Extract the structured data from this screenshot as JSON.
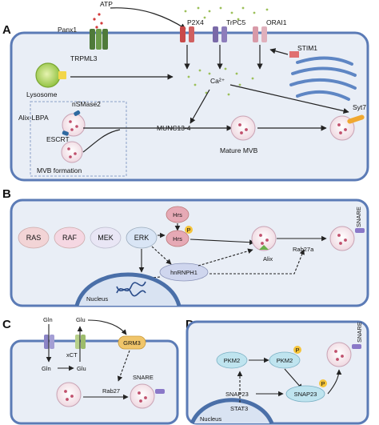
{
  "panels": {
    "A": {
      "letter": "A",
      "labels": {
        "atp": "ATP",
        "panx1": "Panx1",
        "p2x4": "P2X4",
        "trpc5": "TrPC5",
        "orai1": "ORAI1",
        "stim1": "STIM1",
        "trpml3": "TRPML3",
        "lysosome": "Lysosome",
        "ca": "Ca²⁺",
        "nsmase2": "nSMase2",
        "alix_lbpa": "Alix-LBPA",
        "escrt": "ESCRT",
        "mvb_formation": "MVB formation",
        "munc13": "MUNC13-4",
        "mature_mvb": "Mature MVB",
        "syt7": "Syt7"
      }
    },
    "B": {
      "letter": "B",
      "labels": {
        "ras": "RAS",
        "raf": "RAF",
        "mek": "MEK",
        "erk": "ERK",
        "hrs_top": "Hrs",
        "hrs": "Hrs",
        "p": "P",
        "hnrnph1": "hnRNPH1",
        "alix": "Alix",
        "rab27a": "Rab27a",
        "snare": "SNARE",
        "nucleus": "Nucleus"
      }
    },
    "C": {
      "letter": "C",
      "labels": {
        "gln_top": "Gln",
        "glu_top": "Glu",
        "xct": "xCT",
        "gln_bottom": "Gln",
        "glu_bottom": "Glu",
        "grm3": "GRM3",
        "rab27": "Rab27",
        "snare": "SNARE"
      }
    },
    "D": {
      "letter": "D",
      "labels": {
        "pkm2_left": "PKM2",
        "pkm2_right": "PKM2",
        "p1": "P",
        "snap23_left": "SNAP23",
        "snap23_right": "SNAP23",
        "p2": "P",
        "snare": "SNARE",
        "stat3": "STAT3",
        "nucleus": "Nucleus"
      }
    }
  },
  "colors": {
    "cell_border": "#5b7bb6",
    "cell_fill": "#e9eef6",
    "nucleus": "#4a6fa8",
    "vesicle": "#f7e9ee",
    "vesicle_dot": "#c0506c",
    "syt_orange": "#f0a830",
    "snare_purple": "#8a78c8",
    "phospho": "#f5c43a"
  }
}
